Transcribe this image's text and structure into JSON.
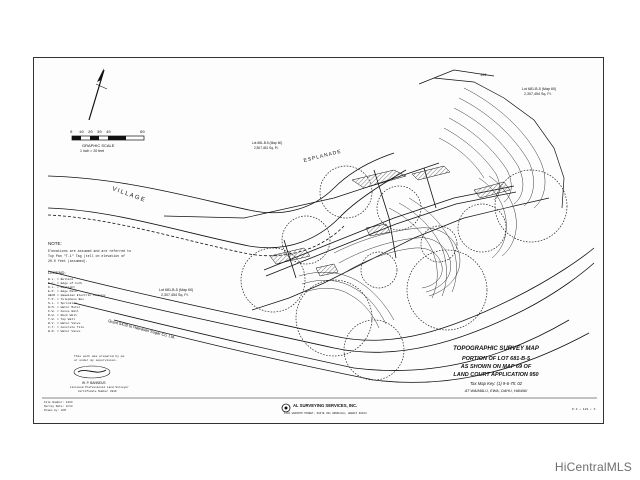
{
  "scale": {
    "ticks": [
      "0",
      "10",
      "20",
      "30",
      "40",
      "60"
    ],
    "title": "GRAPHIC SCALE",
    "subtitle": "1 inch = 20 feet"
  },
  "notes": {
    "heading": "NOTE:",
    "lines": [
      "Elevations are assumed and are referred to",
      "Top Pan \"T-1\" Tag (tell on elevation of",
      "20.0 feet (assumed)."
    ]
  },
  "legend": {
    "heading": "LEGEND:",
    "items": [
      "B.L. = Bollard",
      "E.C. = Edge of Curb",
      "D.L. = Daylight",
      "E.P. = Edge Pave.",
      "HECO = Hawaiian Electric Company",
      "T.P. = Telephone Box",
      "S.L. = Sprinkler",
      "W.M. = Water Meter",
      "F.W. = Fence Wall",
      "R.W. = Rock Wall",
      "T.W. = Top Wall",
      "W.V. = Water Valve",
      "C.T. = Concrete Tile",
      "W.O. = Water Valve"
    ]
  },
  "map_labels": {
    "road_upper": "ESPLANADE",
    "road_lower": "VILLAGE",
    "lot_upper": [
      "Lot 681-B-5 (Map 60)",
      "2,307,454 Sq. Ft."
    ],
    "lot_lower": [
      "Lot 681-B-5 (Map 60)",
      "2,307,454 Sq. Ft."
    ],
    "lot_mid": [
      "Lot 681-B-5 (Map 60)",
      "2,507,451 Sq. Ft."
    ],
    "grant": "Grant 5428 to Hawaiian Sugar Co. Ltd.",
    "lot_number": "151"
  },
  "title_block": {
    "line1": "TOPOGRAPHIC SURVEY MAP",
    "line2": "PORTION OF LOT 681-B-5",
    "line3": "AS SHOWN ON MAP 69 OF",
    "line4": "LAND COURT APPLICATION 950",
    "tmk": "Tax Map Key: (1) 9-6-75: 02",
    "location": "AT WAIMALU, EWA, OAHU, HAWAII"
  },
  "certification": {
    "lines": [
      "This work was prepared by me",
      "or under my supervision."
    ],
    "name": "W. P. BANNEUS",
    "title": "Licensed Professional Land Surveyor",
    "cert": "Certificate Number 3816"
  },
  "footer": {
    "company": "AL SURVEYING SERVICES, INC.",
    "address": "1101 WAINOTO STREET, SUITE 301 HONOLULU, HAWAII 96813",
    "sheet_info": [
      "File Number: 1234",
      "Survey Date: 8/14",
      "Drawn by: LKM"
    ],
    "sheet_code": "P-3 • 123 • X"
  },
  "watermark": "HiCentralMLS",
  "colors": {
    "ink": "#111111",
    "paper": "#fdfdfd",
    "watermark": "#6e6e6e"
  }
}
